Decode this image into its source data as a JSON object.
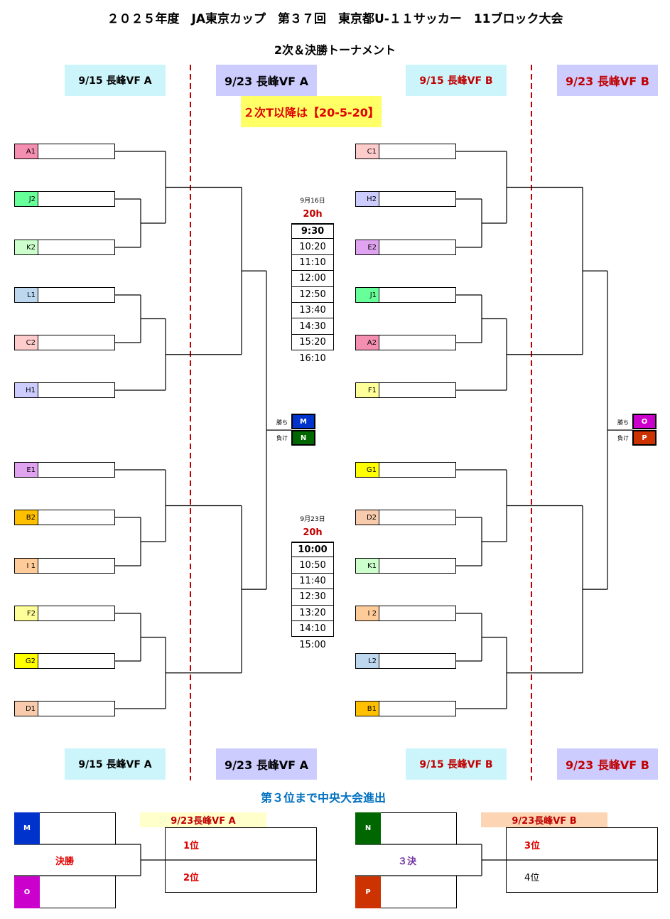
{
  "title": "２０２５年度　JA東京カップ　第３７回　東京都U-１１サッカー　11ブロック大会",
  "subtitle": "2次＆決勝トーナメント",
  "venues": {
    "a15": "9/15 長峰VF A",
    "a23": "9/23 長峰VF A",
    "b15": "9/15 長峰VF B",
    "b23": "9/23 長峰VF B"
  },
  "rule_note": "２次T以降は【20-5-20】",
  "left_seeds": [
    "A1",
    "J2",
    "K2",
    "L1",
    "C2",
    "H1",
    "E1",
    "B2",
    "I 1",
    "F2",
    "G2",
    "D1"
  ],
  "right_seeds": [
    "C1",
    "H2",
    "E2",
    "J1",
    "A2",
    "F1",
    "G1",
    "D2",
    "K1",
    "I 2",
    "L2",
    "B1"
  ],
  "seed_colors": {
    "A1": "#f48fb1",
    "J2": "#66ff99",
    "K2": "#ccffcc",
    "L1": "#bdd7ee",
    "C2": "#ffcccc",
    "H1": "#ccccff",
    "E1": "#e0a3f0",
    "B2": "#ffc000",
    "I 1": "#ffcc99",
    "F2": "#ffff99",
    "G2": "#ffff00",
    "D1": "#f8cbad",
    "C1": "#ffcccc",
    "H2": "#ccccff",
    "E2": "#e0a3f0",
    "J1": "#66ff99",
    "A2": "#f48fb1",
    "F1": "#ffff99",
    "G1": "#ffff00",
    "D2": "#f8cbad",
    "K1": "#ccffcc",
    "I 2": "#ffcc99",
    "L2": "#bdd7ee",
    "B1": "#ffc000"
  },
  "day1": {
    "date": "9月16日",
    "hl": "20h",
    "times": [
      "9:30",
      "10:20",
      "11:10",
      "12:00",
      "12:50",
      "13:40",
      "14:30",
      "15:20",
      "16:10"
    ]
  },
  "day2": {
    "date": "9月23日",
    "hl": "20h",
    "times": [
      "10:00",
      "10:50",
      "11:40",
      "12:30",
      "13:20",
      "14:10",
      "15:00"
    ]
  },
  "win_label": "勝ち",
  "lose_label": "負け",
  "left_final": {
    "win": "M",
    "lose": "N"
  },
  "right_final": {
    "win": "O",
    "lose": "P"
  },
  "advance_note": "第３位まで中央大会進出",
  "final_a": {
    "venue": "9/23長峰VF A",
    "top": "M",
    "bottom": "O",
    "label": "決勝",
    "places": [
      "1位",
      "2位"
    ]
  },
  "final_b": {
    "venue": "9/23長峰VF B",
    "top": "N",
    "bottom": "P",
    "label": "３決",
    "places": [
      "3位",
      "4位"
    ]
  }
}
